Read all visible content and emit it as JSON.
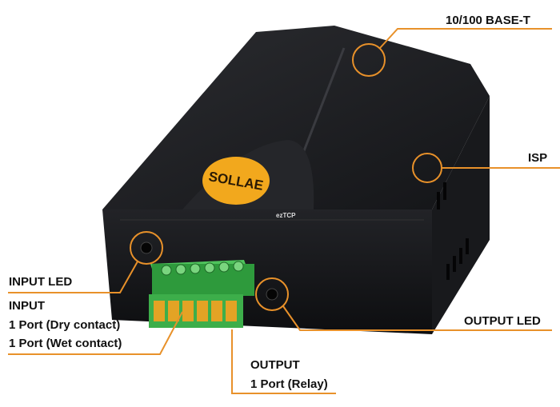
{
  "product": {
    "brand_logo": "SOLLAE",
    "model": "ezTCP"
  },
  "callouts": {
    "ethernet": "10/100 BASE-T",
    "isp": "ISP",
    "input_led": "INPUT LED",
    "input": {
      "title": "INPUT",
      "line1": "1 Port (Dry contact)",
      "line2": "1 Port (Wet contact)"
    },
    "output_led": "OUTPUT LED",
    "output": {
      "title": "OUTPUT",
      "line1": "1 Port (Relay)"
    }
  },
  "colors": {
    "accent": "#e8912a",
    "body": "#1c1d20",
    "logo": "#f2a81d",
    "terminal": "#3dae4a"
  }
}
